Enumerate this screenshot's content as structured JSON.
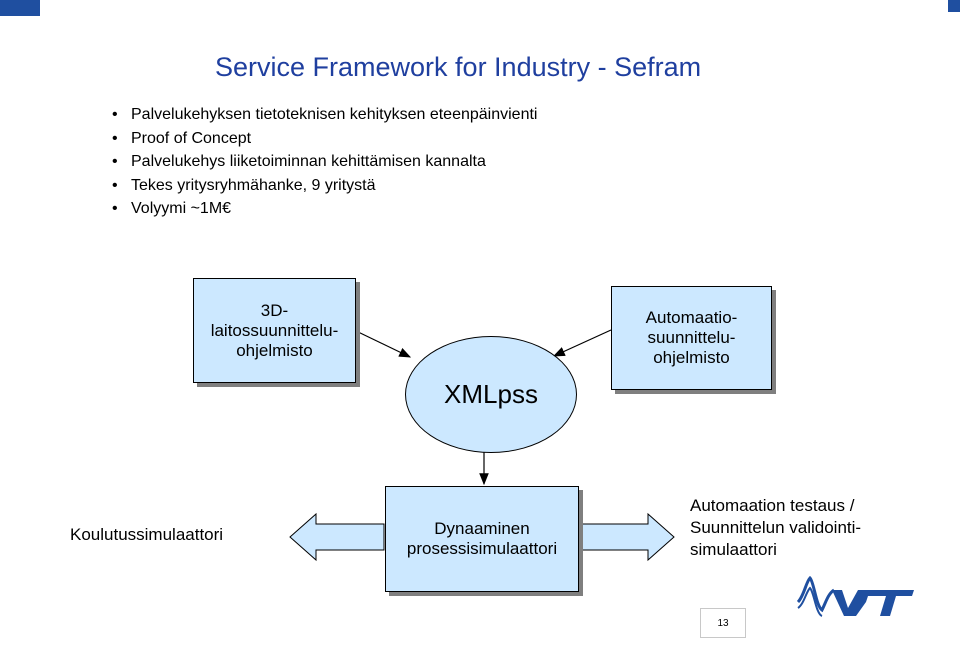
{
  "slide": {
    "title": "Service Framework for Industry - Sefram",
    "bullets": [
      "Palvelukehyksen tietoteknisen kehityksen eteenpäinvienti",
      "Proof of Concept",
      "Palvelukehys liiketoiminnan kehittämisen kannalta",
      "Tekes yritysryhmähanke, 9 yritystä",
      "Volyymi ~1M€"
    ],
    "page_number": "13"
  },
  "diagram": {
    "box_3d": "3D-\nlaitossuunnittelu-\nohjelmisto",
    "box_automation": "Automaatio-\nsuunnittelu-\nohjelmisto",
    "center": "XMLpss",
    "box_dynamic": "Dynaaminen\nprosessisimulaattori",
    "left_label": "Koulutussimulaattori",
    "right_label": "Automaation testaus /\nSuunnittelun validointi-\nsimulaattori"
  },
  "colors": {
    "title": "#1f3f9f",
    "box_fill": "#cce8ff",
    "brand_blue": "#1f4fa0"
  },
  "logo": {
    "name": "vtt-logo",
    "text": "VTT"
  }
}
